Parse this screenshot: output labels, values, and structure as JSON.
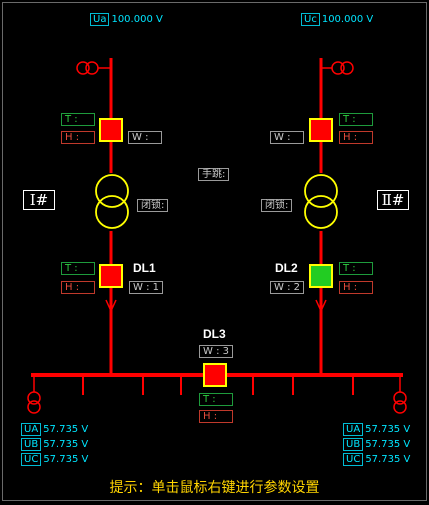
{
  "top": {
    "left_meter": {
      "tag": "Ua",
      "value": "100.000 V"
    },
    "right_meter": {
      "tag": "Uc",
      "value": "100.000 V"
    }
  },
  "left_branch": {
    "t_label": "T :",
    "h_label": "H :",
    "w_label": "W :",
    "transformer_label": "Ⅰ#",
    "interlock_label": "闭锁:",
    "breaker_name": "DL1",
    "breaker_t_label": "T :",
    "breaker_h_label": "H :",
    "breaker_w_label": "W : 1"
  },
  "right_branch": {
    "t_label": "T :",
    "h_label": "H :",
    "w_label": "W :",
    "transformer_label": "Ⅱ#",
    "interlock_label": "闭锁:",
    "breaker_name": "DL2",
    "breaker_t_label": "T :",
    "breaker_h_label": "H :",
    "breaker_w_label": "W : 2"
  },
  "center": {
    "manual_trip_label": "手跳:",
    "tie_breaker_name": "DL3",
    "tie_w_label": "W : 3",
    "tie_t_label": "T :",
    "tie_h_label": "H :"
  },
  "bottom_left_meters": [
    {
      "tag": "UA",
      "value": "57.735 V"
    },
    {
      "tag": "UB",
      "value": "57.735 V"
    },
    {
      "tag": "UC",
      "value": "57.735 V"
    }
  ],
  "bottom_right_meters": [
    {
      "tag": "UA",
      "value": "57.735 V"
    },
    {
      "tag": "UB",
      "value": "57.735 V"
    },
    {
      "tag": "UC",
      "value": "57.735 V"
    }
  ],
  "hint_text": "提示：单击鼠标右键进行参数设置",
  "colors": {
    "line": "#ff0000",
    "breaker_open": "#ff0000",
    "breaker_closed": "#22cc22",
    "breaker_border": "#ffff00",
    "transformer": "#ffff00",
    "text_meter": "#00e5ff"
  }
}
